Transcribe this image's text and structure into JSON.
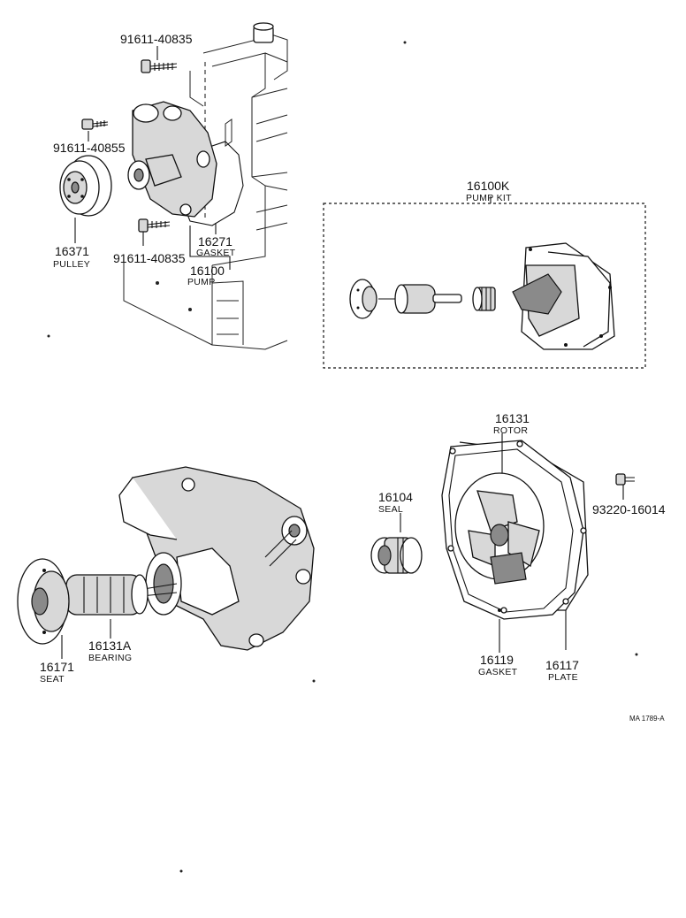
{
  "labels": {
    "bolt_top": "91611-40835",
    "bolt_mid": "91611-40855",
    "bolt_low": "91611-40835",
    "pulley_num": "16371",
    "pulley_name": "PULLEY",
    "gasket_num": "16271",
    "gasket_name": "GASKET",
    "pump_num": "16100",
    "pump_name": "PUMP",
    "kit_num": "16100K",
    "kit_name": "PUMP KIT",
    "rotor_num": "16131",
    "rotor_name": "ROTOR",
    "seal_num": "16104",
    "seal_name": "SEAL",
    "screw_num": "93220-16014",
    "gasket2_num": "16119",
    "gasket2_name": "GASKET",
    "plate_num": "16117",
    "plate_name": "PLATE",
    "bearing_num": "16131A",
    "bearing_name": "BEARING",
    "seat_num": "16171",
    "seat_name": "SEAT",
    "drawing_id": "MA 1789-A"
  }
}
